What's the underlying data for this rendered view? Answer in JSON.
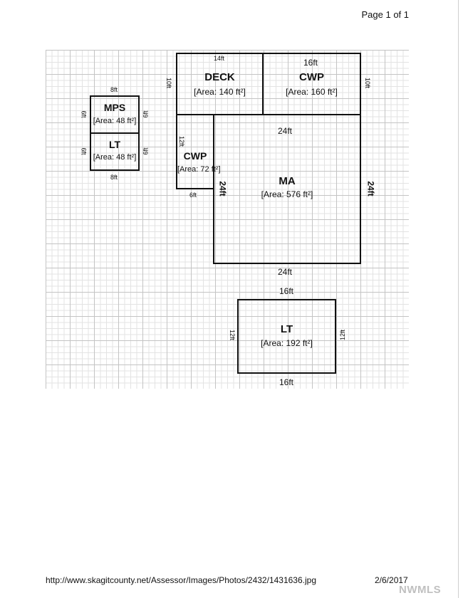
{
  "page_header": "Page 1 of 1",
  "rooms": {
    "deck": {
      "name": "DECK",
      "area": "[Area: 140 ft²]"
    },
    "cwp_top": {
      "name": "CWP",
      "area": "[Area: 160 ft²]"
    },
    "mps": {
      "name": "MPS",
      "area": "[Area: 48 ft²]"
    },
    "lt_small": {
      "name": "LT",
      "area": "[Area: 48 ft²]"
    },
    "cwp_left": {
      "name": "CWP",
      "area": "[Area: 72 ft²]"
    },
    "ma": {
      "name": "MA",
      "area": "[Area: 576 ft²]"
    },
    "lt_large": {
      "name": "LT",
      "area": "[Area: 192 ft²]"
    }
  },
  "dimensions": {
    "deck_top": "14ft",
    "deck_left": "10ft",
    "cwp_top_top": "16ft",
    "cwp_top_right": "10ft",
    "mps_top": "8ft",
    "mps_left": "6ft",
    "mps_right": "6ft",
    "lt_small_left": "6ft",
    "lt_small_right": "6ft",
    "lt_small_bottom": "8ft",
    "cwp_left_left": "12ft",
    "cwp_left_bottom": "6ft",
    "ma_top": "24ft",
    "ma_left": "24ft",
    "ma_right": "24ft",
    "ma_bottom": "24ft",
    "lt_large_top": "16ft",
    "lt_large_left": "12ft",
    "lt_large_right": "12ft",
    "lt_large_bottom": "16ft"
  },
  "footer": {
    "url": "http://www.skagitcounty.net/Assessor/Images/Photos/2432/1431636.jpg",
    "date": "2/6/2017"
  },
  "watermark": "NWMLS"
}
